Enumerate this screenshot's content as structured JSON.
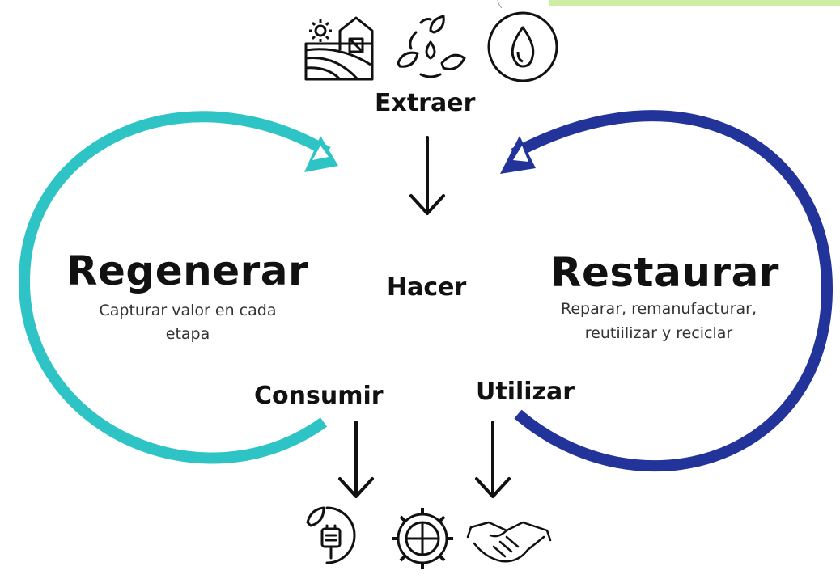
{
  "colors": {
    "regenerate_loop": "#2ec4c6",
    "restore_loop": "#22349a",
    "top_accent": "#cfeea3",
    "ink": "#111111"
  },
  "stages": {
    "extract": "Extraer",
    "make": "Hacer",
    "consume": "Consumir",
    "use": "Utilizar"
  },
  "regenerate": {
    "title": "Regenerar",
    "description": "Capturar valor en cada etapa"
  },
  "restore": {
    "title": "Restaurar",
    "line1": "Reparar, remanufacturar,",
    "line2": "reutiilizar y reciclar"
  },
  "icons": {
    "top": [
      "farm-icon",
      "resources-cycle-icon",
      "water-drop-icon"
    ],
    "bottom": [
      "eco-energy-plug-icon",
      "gear-values-icon",
      "handshake-icon"
    ]
  }
}
